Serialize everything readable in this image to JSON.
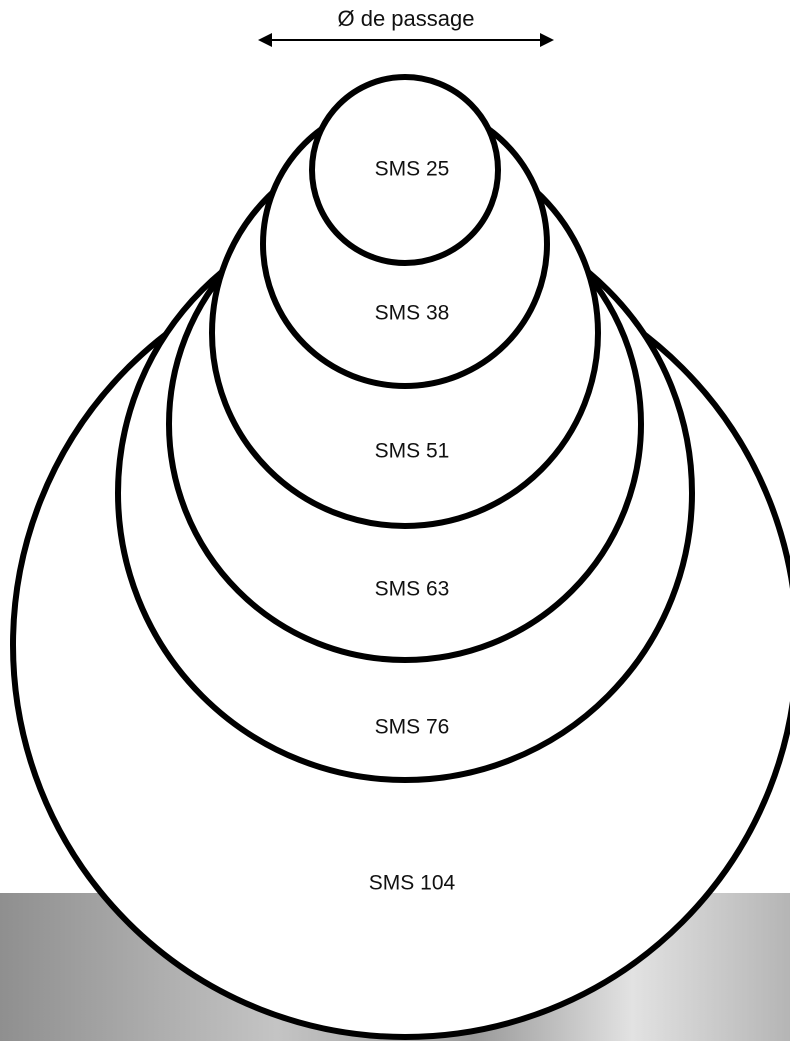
{
  "dimension": {
    "label": "Ø de passage"
  },
  "sizes": [
    {
      "id": "sms-104",
      "label": "SMS 104"
    },
    {
      "id": "sms-76",
      "label": "SMS 76"
    },
    {
      "id": "sms-63",
      "label": "SMS 63"
    },
    {
      "id": "sms-51",
      "label": "SMS 51"
    },
    {
      "id": "sms-38",
      "label": "SMS 38"
    },
    {
      "id": "sms-25",
      "label": "SMS 25"
    }
  ],
  "colors": {
    "stroke": "#000000",
    "fill": "#ffffff",
    "text": "#111111",
    "photo_band": "#a9a9a9"
  }
}
